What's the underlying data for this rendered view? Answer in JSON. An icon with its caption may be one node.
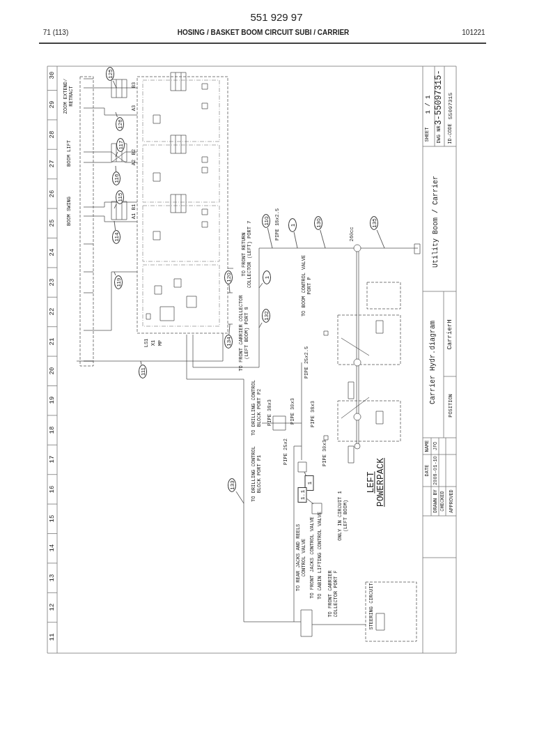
{
  "diagram": {
    "title": "HOSING / BASKET BOOM CIRCUIT SUBI / CARRIER",
    "nodes": [
      {
        "text": [
          "125"
        ]
      },
      {
        "text": [
          "126"
        ]
      },
      {
        "text": [
          "117"
        ]
      },
      {
        "text": [
          "116"
        ]
      },
      {
        "text": [
          "115"
        ]
      },
      {
        "text": [
          "114"
        ]
      },
      {
        "text": [
          "119"
        ]
      },
      {
        "text": [
          "120"
        ]
      },
      {
        "text": [
          "134"
        ]
      },
      {
        "text": [
          "111"
        ]
      },
      {
        "text": [
          "132"
        ]
      },
      {
        "text": [
          "1"
        ]
      },
      {
        "text": [
          "110"
        ]
      },
      {
        "text": [
          "1"
        ]
      },
      {
        "text": [
          "130"
        ]
      },
      {
        "text": [
          "135"
        ]
      },
      {
        "text": [
          "133"
        ]
      },
      {
        "text": [
          "1"
        ]
      },
      {
        "text": [
          "1.1"
        ]
      }
    ],
    "edges": [
      {
        "from": 0,
        "to": null,
        "arrow": "none"
      },
      {
        "from": 1,
        "to": null,
        "arrow": "none"
      },
      {
        "from": 2,
        "to": null,
        "arrow": "none"
      },
      {
        "from": 3,
        "to": null,
        "arrow": "none"
      },
      {
        "from": 4,
        "to": null,
        "arrow": "none"
      },
      {
        "from": 5,
        "to": null,
        "arrow": "none"
      },
      {
        "from": 6,
        "to": null,
        "arrow": "none"
      },
      {
        "from": 7,
        "to": null,
        "arrow": "none"
      },
      {
        "from": 8,
        "to": null,
        "arrow": "none"
      },
      {
        "from": 9,
        "to": null,
        "arrow": "none"
      },
      {
        "from": 10,
        "to": null,
        "arrow": "none"
      },
      {
        "from": 11,
        "to": null,
        "arrow": "none"
      },
      {
        "from": 12,
        "to": null,
        "arrow": "none"
      },
      {
        "from": 13,
        "to": null,
        "arrow": "none"
      },
      {
        "from": 14,
        "to": null,
        "arrow": "none"
      },
      {
        "from": 15,
        "to": null,
        "arrow": "none"
      },
      {
        "from": 16,
        "to": null,
        "arrow": "none"
      },
      {
        "from": 17,
        "to": null,
        "arrow": "none"
      },
      {
        "from": 18,
        "to": null,
        "arrow": "none"
      }
    ],
    "labels": [
      "551 929 97",
      "71 (113)",
      "101221",
      "30",
      "29",
      "28",
      "27",
      "26",
      "25",
      "24",
      "23",
      "22",
      "21",
      "20",
      "19",
      "18",
      "17",
      "16",
      "15",
      "14",
      "13",
      "12",
      "11",
      "ZOOM EXTEND/ RETRACT",
      "BOOM LIFT",
      "BOOM SWING",
      "B3",
      "A3",
      "B2",
      "A2",
      "B1",
      "A1",
      "LS1",
      "X1",
      "MP",
      "TO FRONT RETURN COLLECTOR (LEFT) PORT 7",
      "TO FRONT CARRIER COLLECTOR (LEFT BOOM) PORT 8",
      "TO BOOM CONTROL VALVE PORT P",
      "PIPE 18x2.5",
      "260cc",
      "PIPE 25x2.5",
      "TO DRILLING CONTROL BLOCK PORT P2",
      "PIPE 38x3",
      "PIPE 30x3",
      "PIPE 38x3",
      "TO DRILLING CONTROL BLOCK PORT P1",
      "PIPE 25x2",
      "PIPE 30x3",
      "LEFT POWERPACK",
      "ONLY IN CIRCUIT 1 (LEFT BOOM)",
      "TO REAR JACKS AND REELS CONTROL VALVE",
      "TO FRONT JACKS CONTROL VALVE",
      "TO CABIN LIFTING CONTROL VALVE",
      "TO FRONT CARRIER COLLECTOR PORT F",
      "STEERING CIRCUIT",
      "Carrier Hydr.diagram",
      "CarrierH",
      "POSITION",
      "Utility Boom / Carrier",
      "SHEET",
      "1 / 1",
      "DWG NR",
      "3-55097315-",
      "ID-CODE",
      "55097315",
      "DATE",
      "NAME",
      "DRAWN BY",
      "2008-01-10",
      "JFO",
      "CHECKED",
      "APPROVED"
    ]
  }
}
